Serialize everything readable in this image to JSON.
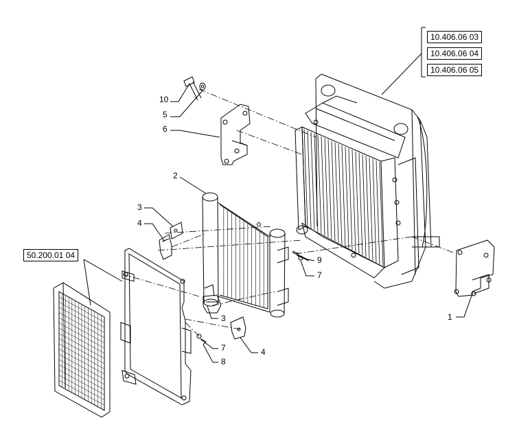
{
  "references": {
    "radiator_refs": [
      "10.406.06 03",
      "10.406.06 04",
      "10.406.06 05"
    ],
    "screen_ref": "50.200.01 04"
  },
  "callouts": [
    {
      "label": "10",
      "part": "bolt"
    },
    {
      "label": "5",
      "part": "washer"
    },
    {
      "label": "6",
      "part": "upper-bracket"
    },
    {
      "label": "2",
      "part": "cooler"
    },
    {
      "label": "3",
      "part": "clip"
    },
    {
      "label": "4",
      "part": "clamp"
    },
    {
      "label": "9",
      "part": "screw"
    },
    {
      "label": "7",
      "part": "washer"
    },
    {
      "label": "3",
      "part": "clip"
    },
    {
      "label": "7",
      "part": "washer"
    },
    {
      "label": "8",
      "part": "screw"
    },
    {
      "label": "4",
      "part": "clamp"
    },
    {
      "label": "1",
      "part": "side-bracket"
    }
  ]
}
